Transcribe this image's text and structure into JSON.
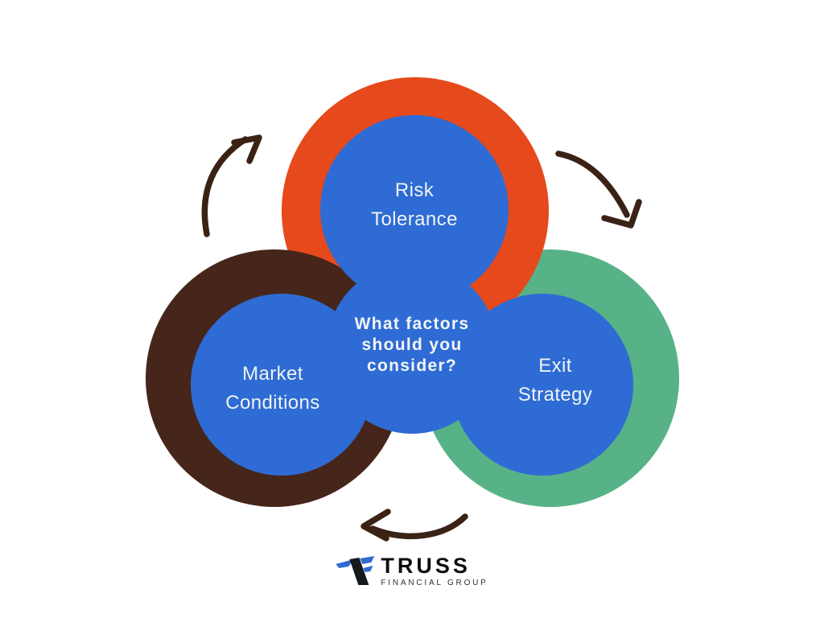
{
  "diagram": {
    "kind": "three-circle cycle diagram",
    "center_question": {
      "lines": [
        "What factors",
        "should you",
        "consider?"
      ],
      "full_text": "What factors should you consider?"
    },
    "factors": [
      {
        "id": "risk-tolerance",
        "line1": "Risk",
        "line2": "Tolerance",
        "ring_color": "#E6491B",
        "position": "top"
      },
      {
        "id": "market-conditions",
        "line1": "Market",
        "line2": "Conditions",
        "ring_color": "#46261A",
        "position": "bottom-left"
      },
      {
        "id": "exit-strategy",
        "line1": "Exit",
        "line2": "Strategy",
        "ring_color": "#57B287",
        "position": "bottom-right"
      }
    ]
  },
  "colors": {
    "background": "#FFFFFF",
    "blue_fill": "#2E6BD5",
    "orange_ring": "#E6491B",
    "brown_ring": "#46261A",
    "green_ring": "#57B287",
    "arrow": "#3A2315",
    "label_text": "#EFF4F2",
    "center_text": "#F3F6F3",
    "logo_blue": "#2F6CD0",
    "logo_black": "#15181D",
    "logo_name_color": "#0E0E0E",
    "logo_subtitle_color": "#2E2E2E"
  },
  "logo": {
    "name": "TRUSS",
    "subtitle": "FINANCIAL GROUP"
  }
}
